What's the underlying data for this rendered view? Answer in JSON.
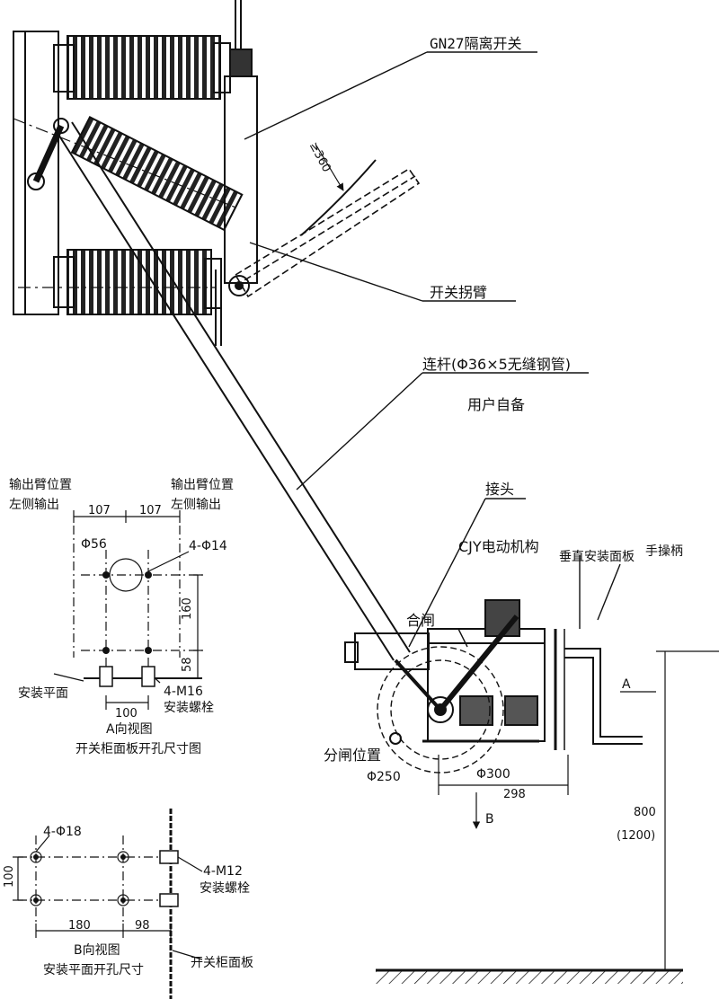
{
  "labels": {
    "switch_name": "GN27隔离开关",
    "crank_arm": "开关拐臂",
    "link_rod": "连杆(Φ36×5无缝钢管)",
    "user_supplied": "用户自备",
    "joint": "接头",
    "mechanism": "CJY电动机构",
    "vertical_panel": "垂直安装面板",
    "hand_handle": "手操柄",
    "closing": "合闸",
    "opening_pos": "分闸位置",
    "dia_250": "Φ250",
    "dia_300": "Φ300",
    "dim_298": "298",
    "view_b_arrow": "B",
    "view_a_arrow": "A",
    "height_800": "800",
    "height_1200": "(1200)",
    "angle_360": "≥360"
  },
  "view_a": {
    "out_left_1": "输出臂位置",
    "out_left_2": "左侧输出",
    "out_right_1": "输出臂位置",
    "out_right_2": "左侧输出",
    "dim_107_a": "107",
    "dim_107_b": "107",
    "dia_56": "Φ56",
    "holes": "4-Φ14",
    "dim_160": "160",
    "dim_58": "58",
    "mount_plane": "安装平面",
    "bolts": "4-M16",
    "bolts_label": "安装螺栓",
    "dim_100": "100",
    "title": "A向视图",
    "subtitle": "开关柜面板开孔尺寸图"
  },
  "view_b": {
    "holes": "4-Φ18",
    "dim_100": "100",
    "bolts": "4-M12",
    "bolts_label": "安装螺栓",
    "dim_180": "180",
    "dim_98": "98",
    "title": "B向视图",
    "subtitle": "安装平面开孔尺寸",
    "panel": "开关柜面板"
  }
}
